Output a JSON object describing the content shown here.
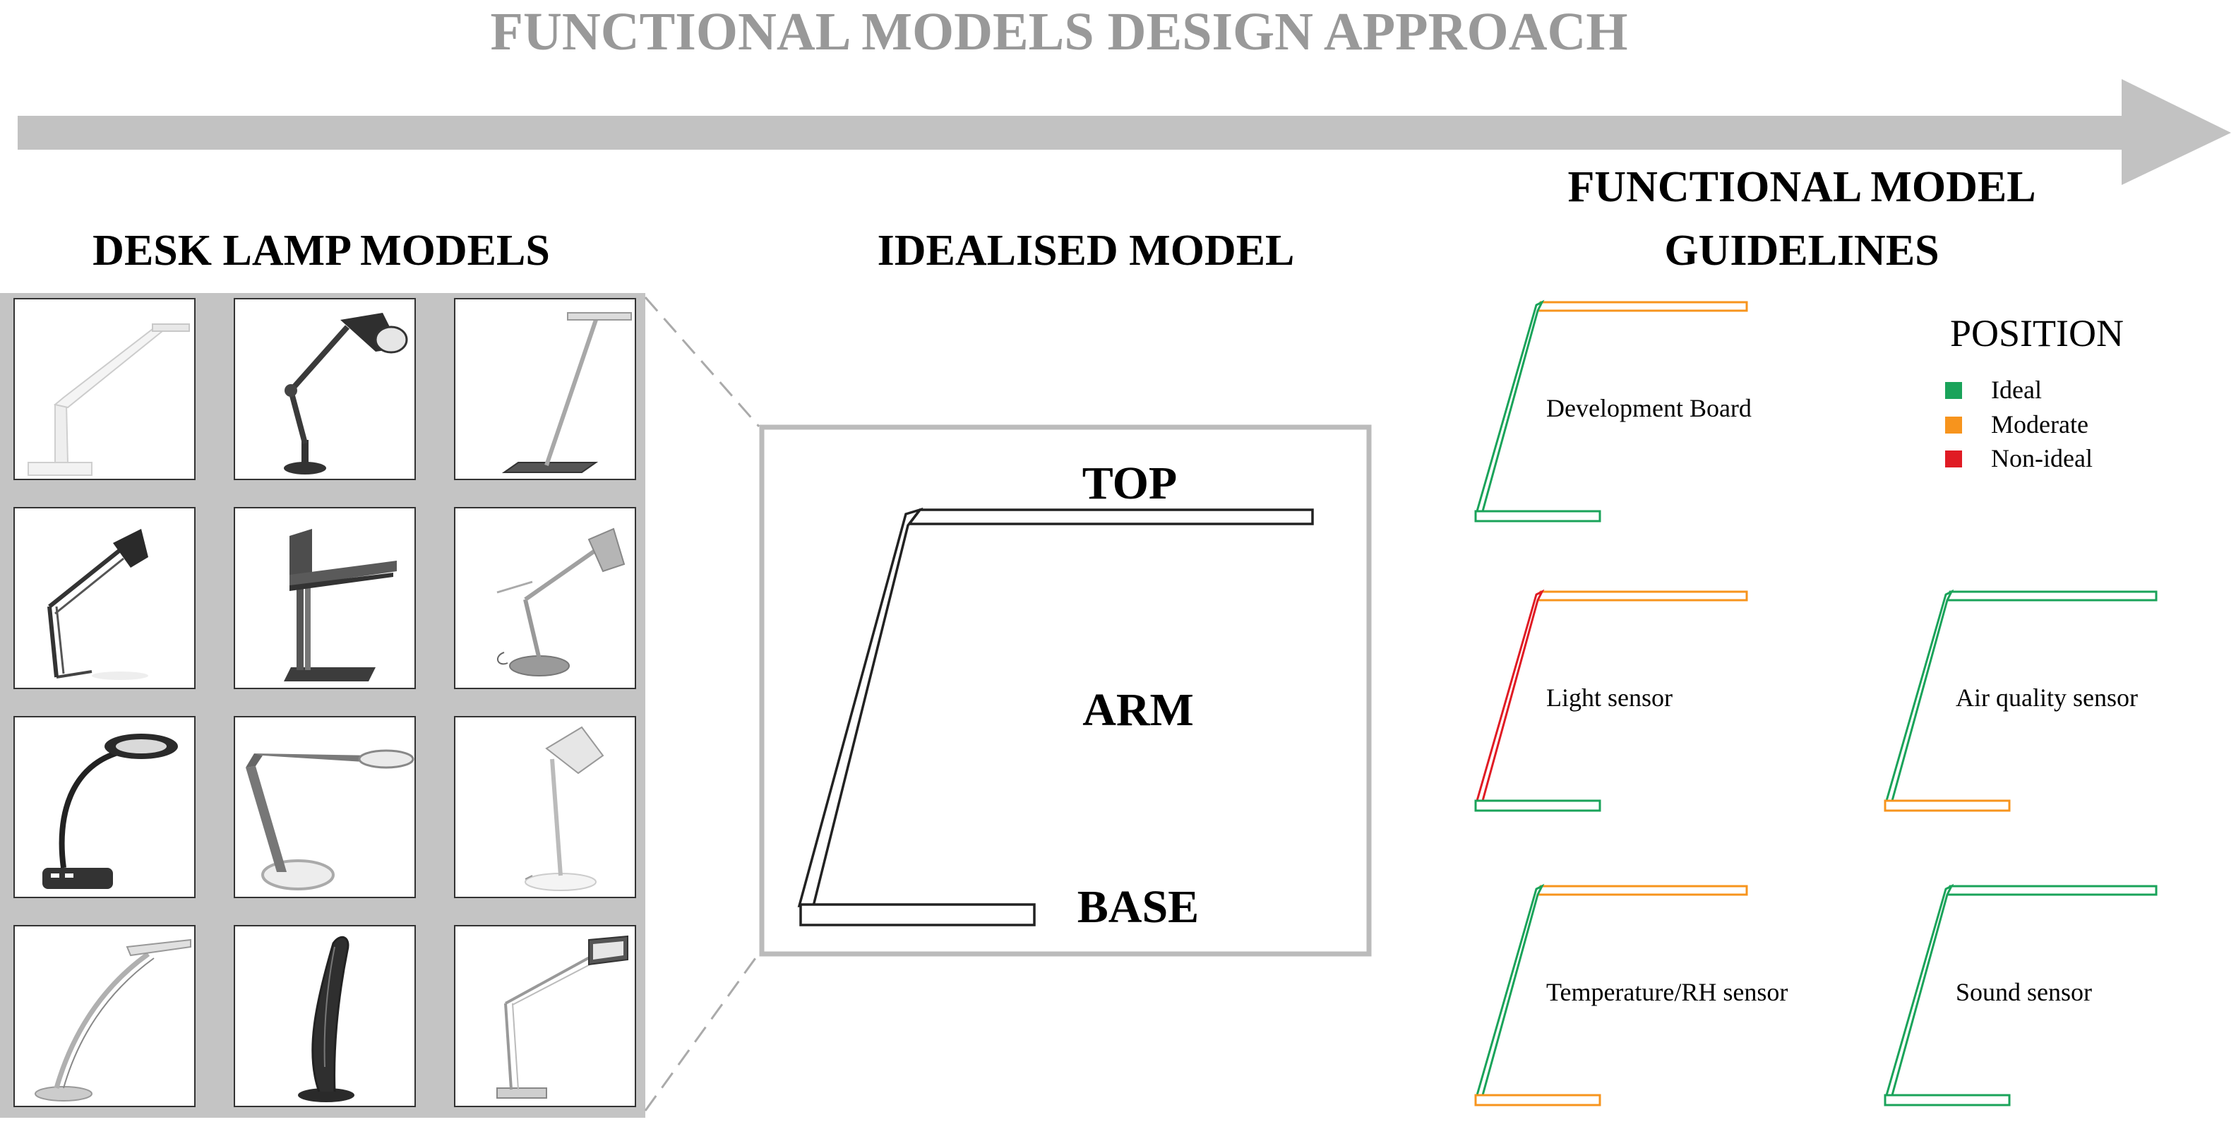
{
  "header": {
    "title": "FUNCTIONAL MODELS DESIGN APPROACH"
  },
  "sections": {
    "lamps": {
      "title": "DESK LAMP MODELS"
    },
    "idealised": {
      "title": "IDEALISED MODEL",
      "top": "TOP",
      "arm": "ARM",
      "base": "BASE"
    },
    "guidelines": {
      "title_line1": "FUNCTIONAL MODEL",
      "title_line2": "GUIDELINES"
    }
  },
  "legend": {
    "title": "POSITION",
    "items": [
      {
        "label": "Ideal",
        "color": "#1aa35a"
      },
      {
        "label": "Moderate",
        "color": "#f7941d"
      },
      {
        "label": "Non-ideal",
        "color": "#e01b24"
      }
    ]
  },
  "guidelines": [
    {
      "label": "Development Board",
      "top": "moderate",
      "arm": "ideal",
      "base": "ideal"
    },
    {
      "label": "Light sensor",
      "top": "moderate",
      "arm": "non-ideal",
      "base": "ideal"
    },
    {
      "label": "Air quality sensor",
      "top": "ideal",
      "arm": "ideal",
      "base": "moderate"
    },
    {
      "label": "Temperature/RH sensor",
      "top": "moderate",
      "arm": "ideal",
      "base": "moderate"
    },
    {
      "label": "Sound sensor",
      "top": "ideal",
      "arm": "ideal",
      "base": "ideal"
    }
  ],
  "lamp_models": [
    "white-led-desk-lamp",
    "black-architect-lamp",
    "silver-slim-led-lamp",
    "black-swing-arm-lamp",
    "grey-folding-led-lamp",
    "aluminium-tolomeo-lamp",
    "black-magnifier-lamp",
    "grey-ring-light-lamp",
    "white-adjustable-lamp",
    "silver-curved-lamp",
    "black-loop-led-lamp",
    "silver-panel-led-lamp"
  ]
}
